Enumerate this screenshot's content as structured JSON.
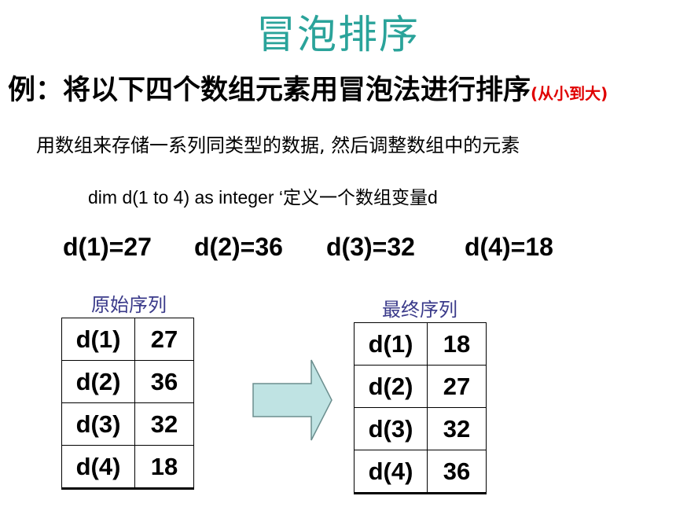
{
  "title": "冒泡排序",
  "example": {
    "text": "例：将以下四个数组元素用冒泡法进行排序",
    "note": "(从小到大)"
  },
  "description": "用数组来存储一系列同类型的数据, 然后调整数组中的元素",
  "code": "dim  d(1 to 4) as integer   ‘定义一个数组变量d",
  "values": [
    "d(1)=27",
    "d(2)=36",
    "d(3)=32",
    "d(4)=18"
  ],
  "original": {
    "caption": "原始序列",
    "rows": [
      {
        "key": "d(1)",
        "value": "27"
      },
      {
        "key": "d(2)",
        "value": "36"
      },
      {
        "key": "d(3)",
        "value": "32"
      },
      {
        "key": "d(4)",
        "value": "18"
      }
    ]
  },
  "final": {
    "caption": "最终序列",
    "rows": [
      {
        "key": "d(1)",
        "value": "18"
      },
      {
        "key": "d(2)",
        "value": "27"
      },
      {
        "key": "d(3)",
        "value": "32"
      },
      {
        "key": "d(4)",
        "value": "36"
      }
    ]
  },
  "colors": {
    "title": "#2aa39a",
    "note": "#e00000",
    "caption": "#3a3a8a",
    "arrow_fill": "#bfe3e3"
  },
  "icons": {
    "arrow": "right-arrow-icon"
  }
}
